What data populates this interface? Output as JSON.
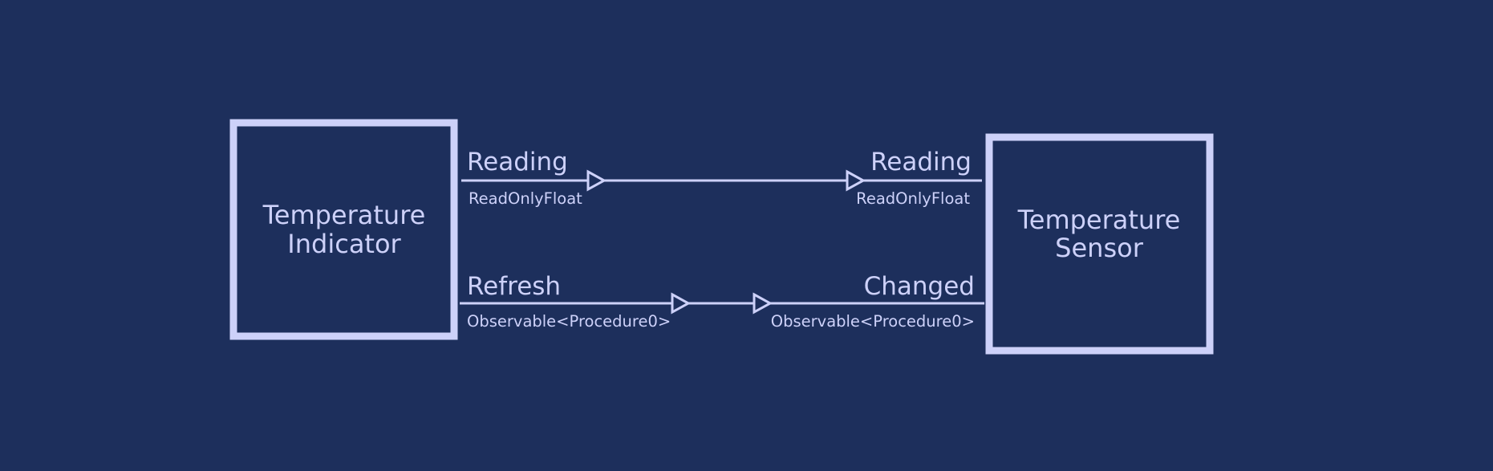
{
  "colors": {
    "background": "#1d2f5c",
    "foreground": "#cdd1f9"
  },
  "blocks": {
    "indicator": {
      "line1": "Temperature",
      "line2": "Indicator"
    },
    "sensor": {
      "line1": "Temperature",
      "line2": "Sensor"
    }
  },
  "connections": [
    {
      "from_port": {
        "name": "Reading",
        "type": "ReadOnlyFloat"
      },
      "to_port": {
        "name": "Reading",
        "type": "ReadOnlyFloat"
      }
    },
    {
      "from_port": {
        "name": "Refresh",
        "type": "Observable<Procedure0>"
      },
      "to_port": {
        "name": "Changed",
        "type": "Observable<Procedure0>"
      }
    }
  ]
}
